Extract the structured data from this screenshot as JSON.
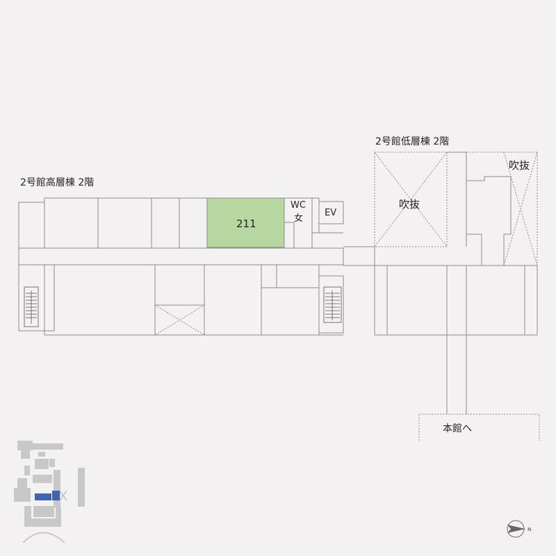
{
  "map": {
    "high_wing_label": "2号館高層棟 2階",
    "low_wing_label": "2号館低層棟 2階",
    "highlighted_room": {
      "number": "211",
      "color": "#b6d7a0"
    },
    "restroom": {
      "line1": "WC",
      "line2": "女"
    },
    "elevator_label": "EV",
    "atrium_label": "吹抜",
    "to_main_building": "本館へ",
    "line_color": "#8a8a8a",
    "minimap": {
      "building_color": "#c8c8c8",
      "current_color": "#3f64b4"
    },
    "compass": {
      "north_letter": "N"
    }
  }
}
